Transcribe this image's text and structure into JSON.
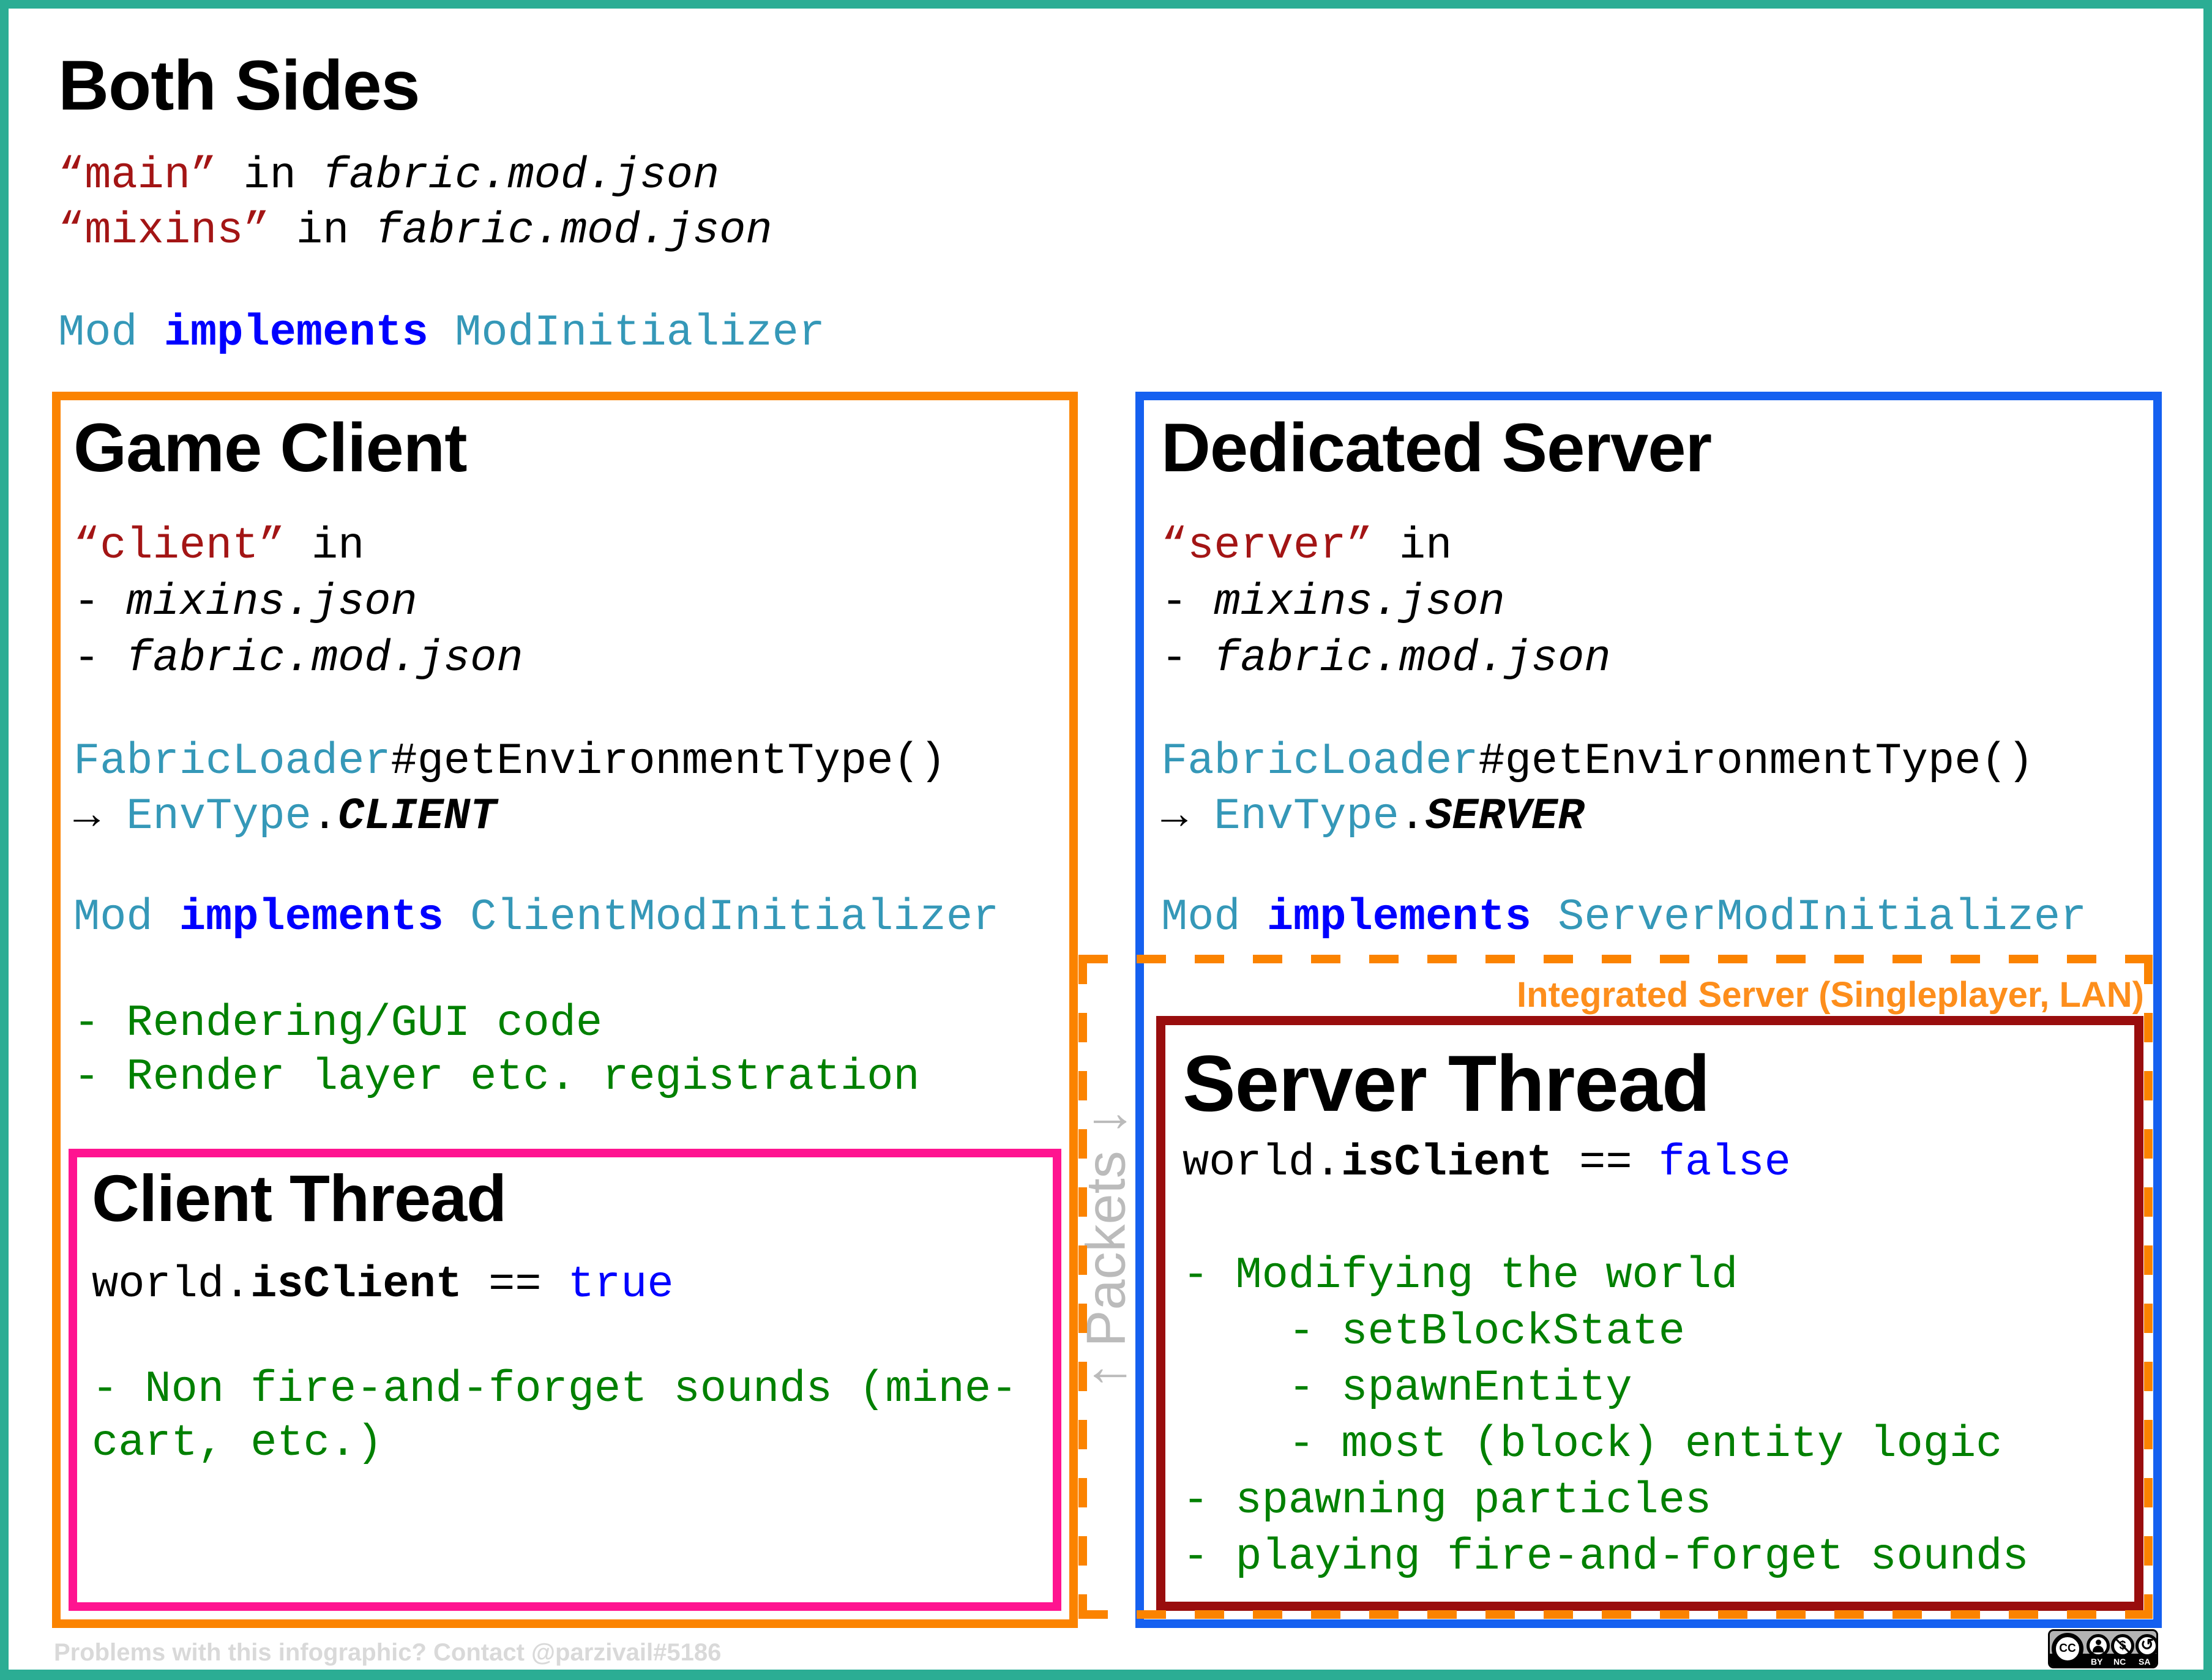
{
  "header": {
    "title": "Both Sides",
    "line1": {
      "str": "“main”",
      "mid": " in ",
      "file": "fabric.mod.json"
    },
    "line2": {
      "str": "“mixins”",
      "mid": " in ",
      "file": "fabric.mod.json"
    },
    "impl": {
      "t1": "Mod",
      "kw": " implements ",
      "t2": "ModInitializer"
    }
  },
  "game_client": {
    "title": "Game Client",
    "decl": {
      "str": "“client”",
      "mid": " in"
    },
    "files": [
      {
        "prefix": "- ",
        "name": "mixins.json"
      },
      {
        "prefix": "- ",
        "name": "fabric.mod.json"
      }
    ],
    "loader": {
      "type": "FabricLoader",
      "rest": "#getEnvironmentType()"
    },
    "env": {
      "arrow": "→ ",
      "type": "EnvType",
      "dot": ".",
      "value": "CLIENT"
    },
    "impl": {
      "t1": "Mod",
      "kw": " implements ",
      "t2": "ClientModInitializer"
    },
    "notes": [
      "- Rendering/GUI code",
      "- Render layer etc. registration"
    ]
  },
  "client_thread": {
    "title": "Client Thread",
    "cond": {
      "obj": "world.",
      "field": "isClient",
      "eq": " == ",
      "value": "true"
    },
    "note": "- Non fire-and-forget sounds (mine-cart, etc.)"
  },
  "packets": {
    "label": "↑ Packets ↓"
  },
  "dedicated_server": {
    "title": "Dedicated Server",
    "decl": {
      "str": "“server”",
      "mid": " in"
    },
    "files": [
      {
        "prefix": "- ",
        "name": "mixins.json"
      },
      {
        "prefix": "- ",
        "name": "fabric.mod.json"
      }
    ],
    "loader": {
      "type": "FabricLoader",
      "rest": "#getEnvironmentType()"
    },
    "env": {
      "arrow": "→ ",
      "type": "EnvType",
      "dot": ".",
      "value": "SERVER"
    },
    "impl": {
      "t1": "Mod",
      "kw": " implements ",
      "t2": "ServerModInitializer"
    }
  },
  "integrated_server": {
    "label": "Integrated Server (Singleplayer, LAN)"
  },
  "server_thread": {
    "title": "Server Thread",
    "cond": {
      "obj": "world.",
      "field": "isClient",
      "eq": " == ",
      "value": "false"
    },
    "notes": [
      "- Modifying the world",
      "    - setBlockState",
      "    - spawnEntity",
      "    - most (block) entity logic",
      "- spawning particles",
      "- playing fire-and-forget sounds"
    ]
  },
  "footer": {
    "contact": "Problems with this infographic? Contact @parzivail#5186"
  },
  "license": {
    "cc": "CC",
    "by": "BY",
    "nc": "NC",
    "sa": "SA",
    "nc_symbol": "$",
    "sa_symbol": "↺"
  },
  "colors": {
    "frame_teal": "#2BAD94",
    "client_orange": "#FB8300",
    "server_blue": "#1560F0",
    "client_thread_magenta": "#FF1490",
    "server_thread_maroon": "#990D0D",
    "string_red": "#A31515",
    "type_teal": "#3598B8",
    "keyword_blue": "#0000FF",
    "comment_green": "#008000",
    "packets_gray": "#BBBBBB",
    "footer_gray": "#D9D9D9"
  }
}
